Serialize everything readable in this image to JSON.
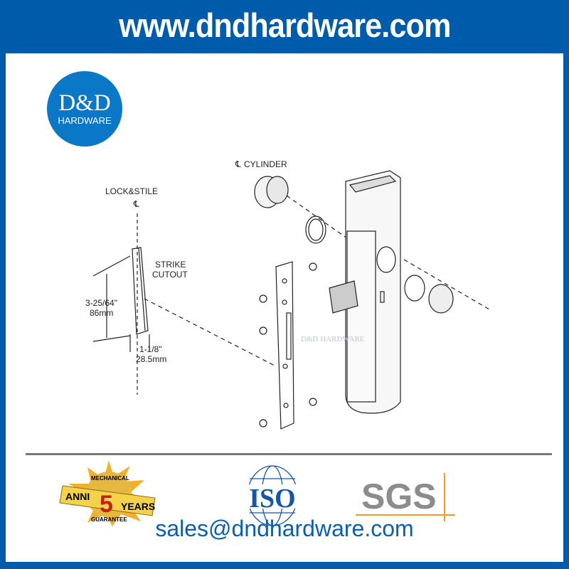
{
  "header": {
    "site_url": "www.dndhardware.com"
  },
  "logo": {
    "name": "D&D",
    "subtitle": "HARDWARE"
  },
  "diagram": {
    "cylinder_label": "CYLINDER",
    "centerline_symbol": "℄",
    "lock_stile_label": "LOCK&STILE",
    "strike_label_1": "STRIKE",
    "strike_label_2": "CUTOUT",
    "height_in": "3-25/64\"",
    "height_mm": "86mm",
    "width_in": "1-1/8\"",
    "width_mm": "28.5mm",
    "watermark": "D&D HARDWARE"
  },
  "certifications": {
    "warranty": {
      "top": "MECHANICAL",
      "left": "ANNI",
      "number": "5",
      "right": "YEARS",
      "bottom": "GUARANTEE"
    },
    "iso": "ISO",
    "sgs": "SGS"
  },
  "footer": {
    "email": "sales@dndhardware.com"
  },
  "colors": {
    "brand_blue": "#005bab",
    "logo_blue": "#0a78c6",
    "sgs_gray": "#8c8c8c",
    "sgs_orange": "#f39a2b",
    "gold": "#e0a820"
  }
}
